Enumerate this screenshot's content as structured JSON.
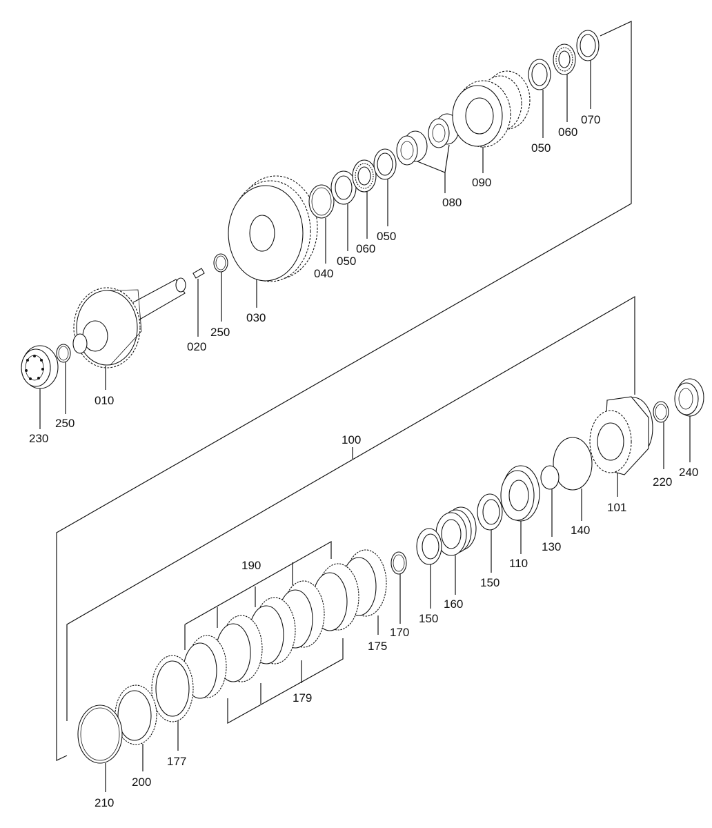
{
  "diagram": {
    "labels": {
      "p010": "010",
      "p020": "020",
      "p030": "030",
      "p040": "040",
      "p050a": "050",
      "p060a": "060",
      "p050b": "050",
      "p080": "080",
      "p090": "090",
      "p050c": "050",
      "p060b": "060",
      "p070": "070",
      "p230": "230",
      "p250a": "250",
      "p250b": "250",
      "p100": "100",
      "p101": "101",
      "p110": "110",
      "p130": "130",
      "p140": "140",
      "p150a": "150",
      "p150b": "150",
      "p160": "160",
      "p170": "170",
      "p175": "175",
      "p177": "177",
      "p179": "179",
      "p190": "190",
      "p200": "200",
      "p210": "210",
      "p220": "220",
      "p240": "240"
    }
  }
}
